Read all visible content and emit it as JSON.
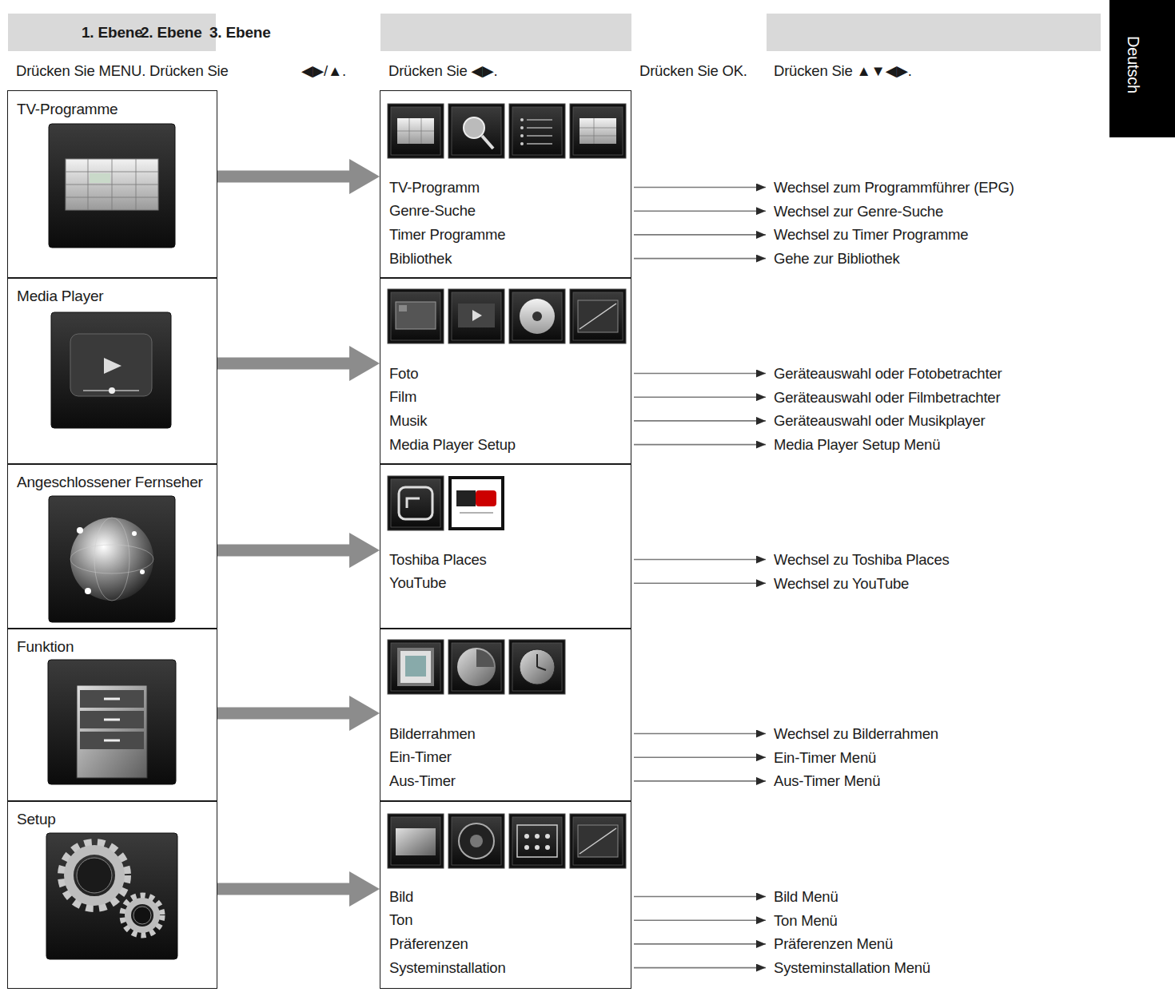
{
  "diagram": {
    "nodes": [
      {
        "text": [
          "TV-Programme"
        ]
      },
      {
        "text": []
      },
      {
        "text": [
          "TV-Programm"
        ],
        "in": 1
      },
      {
        "text": [
          "Genre-Suche"
        ],
        "in": 1
      },
      {
        "text": [
          "Timer Programme"
        ],
        "in": 1
      },
      {
        "text": [
          "Bibliothek"
        ],
        "in": 1
      },
      {
        "text": [
          "Wechsel zum Programmführer (EPG)"
        ]
      },
      {
        "text": [
          "Wechsel zur Genre-Suche"
        ]
      },
      {
        "text": [
          "Wechsel zu Timer Programme"
        ]
      },
      {
        "text": [
          "Gehe zur Bibliothek"
        ]
      },
      {
        "text": [
          "Media Player"
        ]
      },
      {
        "text": []
      },
      {
        "text": [
          "Foto"
        ],
        "in": 11
      },
      {
        "text": [
          "Film"
        ],
        "in": 11
      },
      {
        "text": [
          "Musik"
        ],
        "in": 11
      },
      {
        "text": [
          "Media Player Setup"
        ],
        "in": 11
      },
      {
        "text": [
          "Geräteauswahl oder Fotobetrachter"
        ]
      },
      {
        "text": [
          "Geräteauswahl oder Filmbetrachter"
        ]
      },
      {
        "text": [
          "Geräteauswahl oder Musikplayer"
        ]
      },
      {
        "text": [
          "Media Player Setup Menü"
        ]
      },
      {
        "text": [
          "Angeschlossener Fernseher"
        ]
      },
      {
        "text": []
      },
      {
        "text": [
          "Toshiba Places"
        ],
        "in": 21
      },
      {
        "text": [
          "YouTube"
        ],
        "in": 21
      },
      {
        "text": [
          "Wechsel zu Toshiba Places"
        ]
      },
      {
        "text": [
          "Wechsel zu YouTube"
        ]
      },
      {
        "text": [
          "Funktion"
        ]
      },
      {
        "text": []
      },
      {
        "text": [
          "Bilderrahmen"
        ],
        "in": 27
      },
      {
        "text": [
          "Ein-Timer"
        ],
        "in": 27
      },
      {
        "text": [
          "Aus-Timer"
        ],
        "in": 27
      },
      {
        "text": [
          "Wechsel zu Bilderrahmen"
        ]
      },
      {
        "text": [
          "Ein-Timer Menü"
        ]
      },
      {
        "text": [
          "Aus-Timer Menü"
        ]
      },
      {
        "text": [
          "Setup"
        ]
      },
      {
        "text": []
      },
      {
        "text": [
          "Bild"
        ],
        "in": 35
      },
      {
        "text": [
          "Ton"
        ],
        "in": 35
      },
      {
        "text": [
          "Präferenzen"
        ],
        "in": 35
      },
      {
        "text": [
          "Systeminstallation"
        ],
        "in": 35
      },
      {
        "text": [
          "Bild Menü"
        ]
      },
      {
        "text": [
          "Ton Menü"
        ]
      },
      {
        "text": [
          "Präferenzen Menü"
        ]
      },
      {
        "text": [
          "Systeminstallation Menü"
        ]
      }
    ],
    "edges": [
      {
        "from": 0,
        "to": 1,
        "arrow": "to"
      },
      {
        "from": 2,
        "to": 6,
        "arrow": "to"
      },
      {
        "from": 3,
        "to": 7,
        "arrow": "to"
      },
      {
        "from": 4,
        "to": 8,
        "arrow": "to"
      },
      {
        "from": 5,
        "to": 9,
        "arrow": "to"
      },
      {
        "from": 10,
        "to": 11,
        "arrow": "to"
      },
      {
        "from": 12,
        "to": 16,
        "arrow": "to"
      },
      {
        "from": 13,
        "to": 17,
        "arrow": "to"
      },
      {
        "from": 14,
        "to": 18,
        "arrow": "to"
      },
      {
        "from": 15,
        "to": 19,
        "arrow": "to"
      },
      {
        "from": 20,
        "to": 21,
        "arrow": "to"
      },
      {
        "from": 22,
        "to": 24,
        "arrow": "to"
      },
      {
        "from": 23,
        "to": 25,
        "arrow": "to"
      },
      {
        "from": 26,
        "to": 27,
        "arrow": "to"
      },
      {
        "from": 28,
        "to": 31,
        "arrow": "to"
      },
      {
        "from": 29,
        "to": 32,
        "arrow": "to"
      },
      {
        "from": 30,
        "to": 33,
        "arrow": "to"
      },
      {
        "from": 34,
        "to": 35,
        "arrow": "to"
      },
      {
        "from": 36,
        "to": 40,
        "arrow": "to"
      },
      {
        "from": 37,
        "to": 41,
        "arrow": "to"
      },
      {
        "from": 38,
        "to": 42,
        "arrow": "to"
      },
      {
        "from": 39,
        "to": 43,
        "arrow": "to"
      }
    ],
    "labels": [
      "1. Ebene",
      "2. Ebene",
      "3. Ebene",
      "Drücken Sie MENU. Drücken Sie",
      "◀▶/▲.",
      "Drücken Sie ◀▶.",
      "Drücken Sie OK.",
      "Drücken Sie ▲▼◀▶.",
      "Deutsch"
    ]
  }
}
